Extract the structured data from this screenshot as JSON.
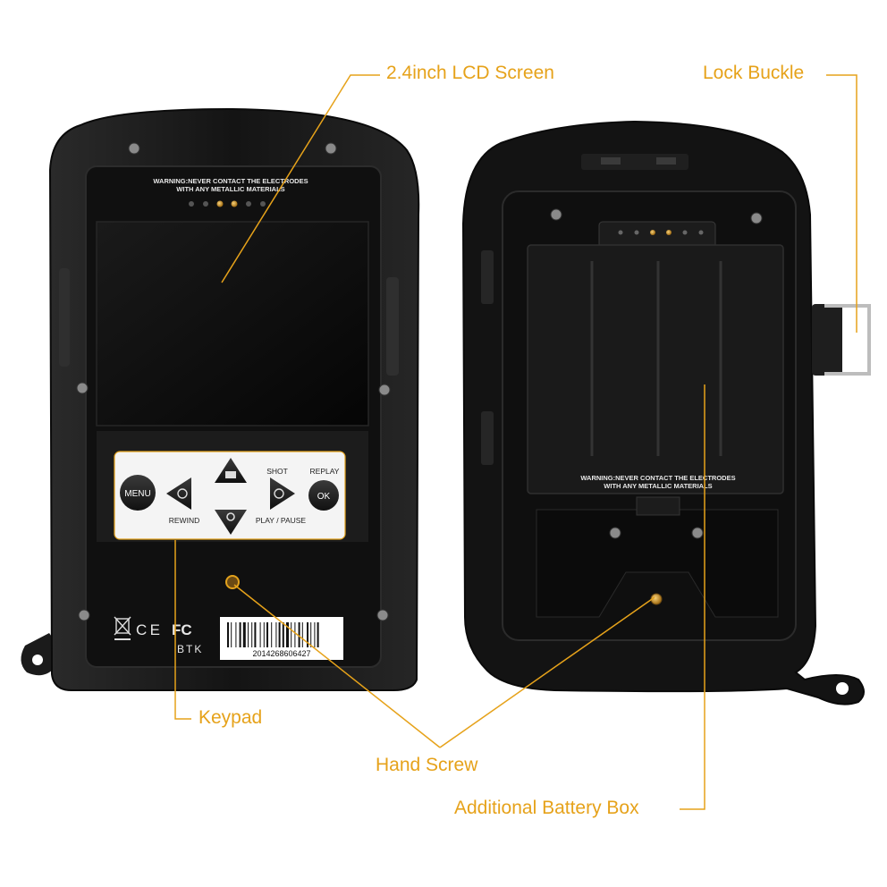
{
  "callouts": {
    "lcd_screen": "2.4inch LCD Screen",
    "lock_buckle": "Lock Buckle",
    "keypad": "Keypad",
    "hand_screw": "Hand Screw",
    "battery_box": "Additional Battery Box"
  },
  "front_unit": {
    "warning_line1": "WARNING:NEVER CONTACT THE ELECTRODES",
    "warning_line2": "WITH ANY METALLIC MATERIALS",
    "keys": {
      "menu": "MENU",
      "shot": "SHOT",
      "replay": "REPLAY",
      "ok": "OK",
      "rewind": "REWIND",
      "play_pause": "PLAY / PAUSE"
    },
    "marks": {
      "ce": "C E",
      "fc": "FC",
      "brand": "BTK"
    },
    "serial_number": "2014268606427"
  },
  "rear_unit": {
    "warning_line1": "WARNING:NEVER CONTACT THE ELECTRODES",
    "warning_line2": "WITH ANY METALLIC MATERIALS"
  },
  "colors": {
    "callout": "#e6a21a",
    "leader": "#e6a21a",
    "device_body": "#161616",
    "screen": "#0c0c0c",
    "background": "#ffffff"
  }
}
